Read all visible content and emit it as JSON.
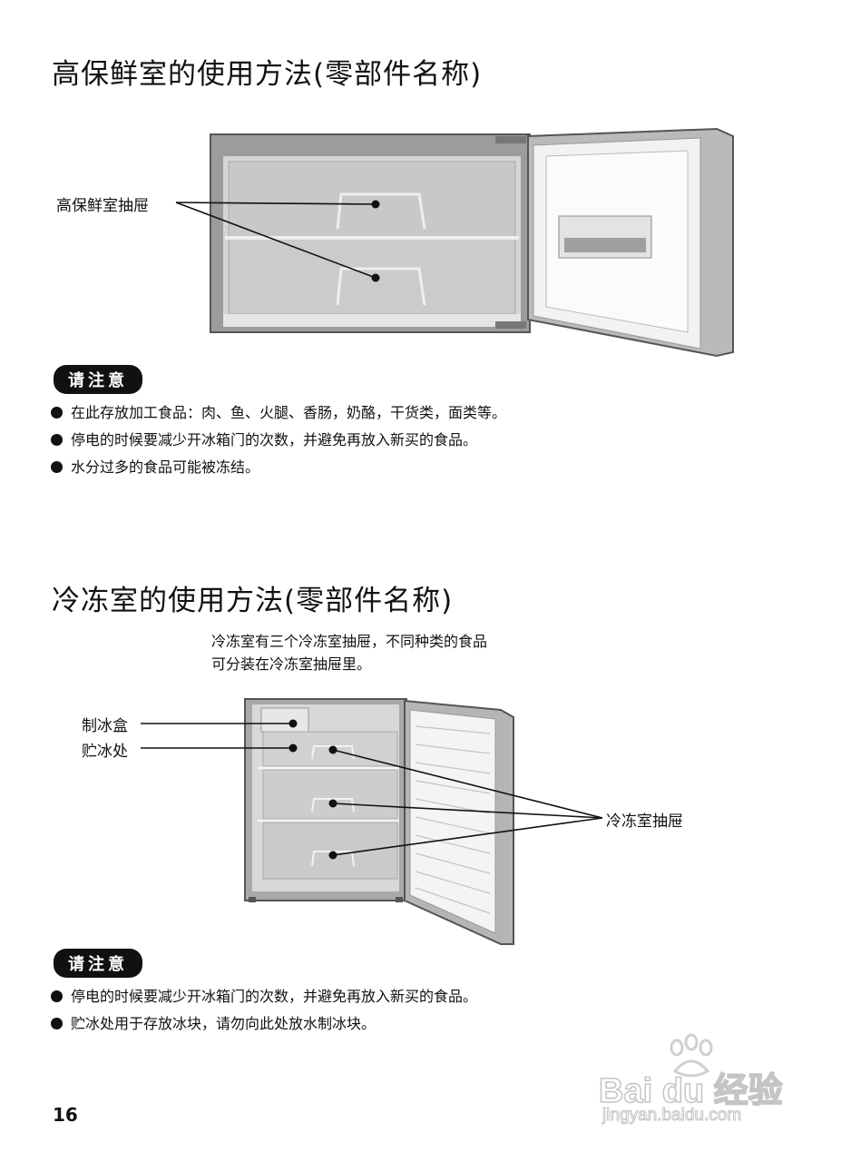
{
  "section1": {
    "title": "高保鲜室的使用方法(零部件名称)",
    "drawer_label": "高保鲜室抽屉",
    "notice_label": "请注意",
    "notes": [
      "在此存放加工食品：肉、鱼、火腿、香肠，奶酪，干货类，面类等。",
      "停电的时候要减少开冰箱门的次数，并避免再放入新买的食品。",
      "水分过多的食品可能被冻结。"
    ]
  },
  "section2": {
    "title": "冷冻室的使用方法(零部件名称)",
    "intro_lines": [
      "冷冻室有三个冷冻室抽屉，不同种类的食品",
      "可分装在冷冻室抽屉里。"
    ],
    "ice_box_label": "制冰盒",
    "ice_storage_label": "贮冰处",
    "drawer_label": "冷冻室抽屉",
    "notice_label": "请注意",
    "notes": [
      "停电的时候要减少开冰箱门的次数，并避免再放入新买的食品。",
      "贮冰处用于存放冰块，请勿向此处放水制冰块。"
    ]
  },
  "page_number": "16",
  "watermark": {
    "brand": "Bai du 经验",
    "url": "jingyan.baidu.com"
  }
}
